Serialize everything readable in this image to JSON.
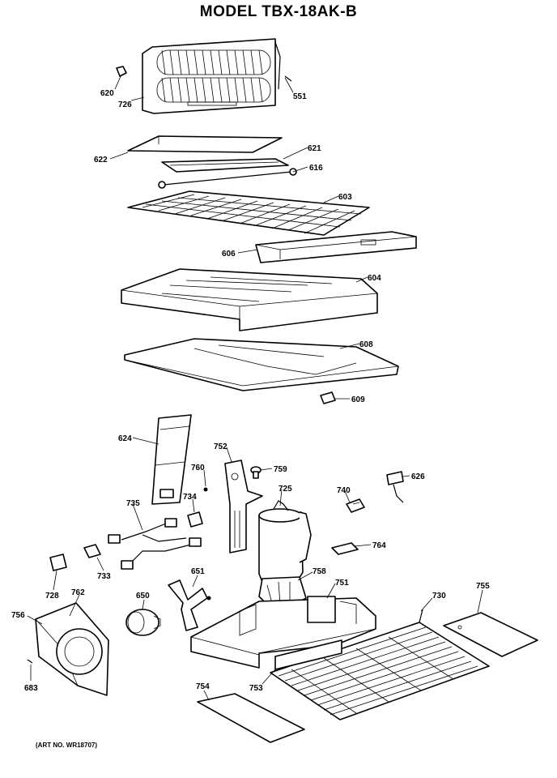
{
  "title": "MODEL TBX-18AK-B",
  "art_no": "(ART NO. WR18707)",
  "parts": [
    "620",
    "726",
    "551",
    "622",
    "621",
    "616",
    "603",
    "606",
    "604",
    "608",
    "609",
    "624",
    "752",
    "760",
    "759",
    "725",
    "740",
    "626",
    "735",
    "734",
    "764",
    "733",
    "651",
    "758",
    "751",
    "728",
    "762",
    "650",
    "730",
    "755",
    "756",
    "683",
    "753",
    "754"
  ]
}
